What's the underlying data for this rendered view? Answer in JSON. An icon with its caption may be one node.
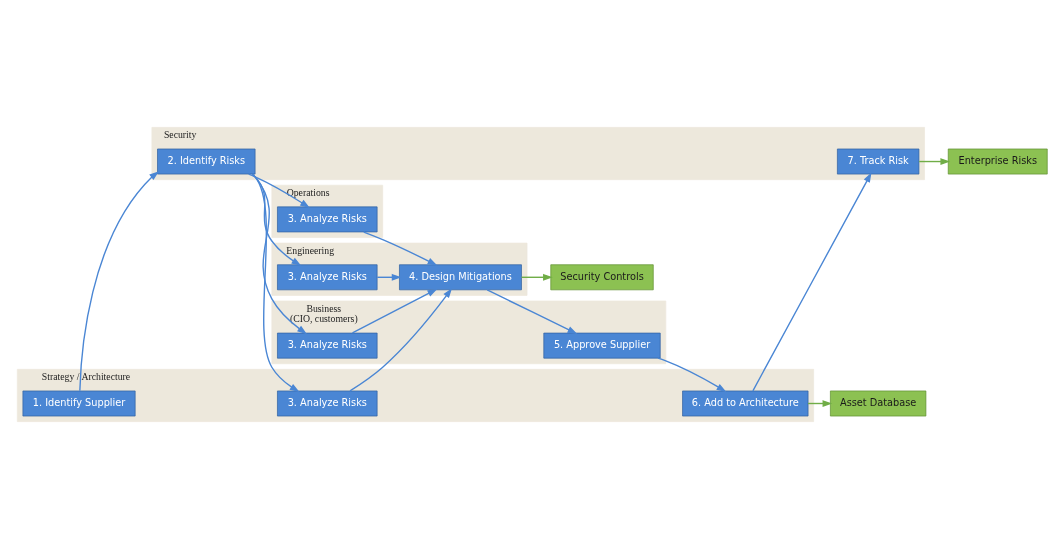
{
  "diagram": {
    "nodes": [
      {
        "text": [
          "Security Controls"
        ]
      },
      {
        "text": [
          "Asset Database"
        ]
      },
      {
        "text": [
          "Enterprise Risks"
        ]
      },
      {
        "text": [
          "Business",
          "(CIO, customers)"
        ]
      },
      {
        "text": [
          "3. Analyze Risks"
        ],
        "in": 3
      },
      {
        "text": [
          "5. Approve Supplier"
        ],
        "in": 3
      },
      {
        "text": [
          "Security"
        ]
      },
      {
        "text": [
          "2. Identify Risks"
        ],
        "in": 6
      },
      {
        "text": [
          "7. Track Risk"
        ],
        "in": 6
      },
      {
        "text": [
          "Strategy / Architecture"
        ]
      },
      {
        "text": [
          "1. Identify Supplier"
        ],
        "in": 9
      },
      {
        "text": [
          "3. Analyze Risks"
        ],
        "in": 9
      },
      {
        "text": [
          "6. Add to Architecture"
        ],
        "in": 9
      },
      {
        "text": [
          "Engineering"
        ]
      },
      {
        "text": [
          "3. Analyze Risks"
        ],
        "in": 13
      },
      {
        "text": [
          "4. Design Mitigations"
        ],
        "in": 13
      },
      {
        "text": [
          "Operations"
        ]
      },
      {
        "text": [
          "3. Analyze Risks"
        ],
        "in": 16
      }
    ],
    "edges": [
      {
        "from": 10,
        "to": 7,
        "arrow": "to"
      },
      {
        "from": 7,
        "to": 4,
        "arrow": "to"
      },
      {
        "from": 7,
        "to": 11,
        "arrow": "to"
      },
      {
        "from": 7,
        "to": 14,
        "arrow": "to"
      },
      {
        "from": 7,
        "to": 17,
        "arrow": "to"
      },
      {
        "from": 4,
        "to": 15,
        "arrow": "to"
      },
      {
        "from": 11,
        "to": 15,
        "arrow": "to"
      },
      {
        "from": 14,
        "to": 15,
        "arrow": "to"
      },
      {
        "from": 17,
        "to": 15,
        "arrow": "to"
      },
      {
        "from": 15,
        "to": 0,
        "arrow": "to",
        "color": "#70ad47"
      },
      {
        "from": 15,
        "to": 5,
        "arrow": "to"
      },
      {
        "from": 5,
        "to": 12,
        "arrow": "to"
      },
      {
        "from": 12,
        "to": 1,
        "arrow": "to",
        "color": "#70ad47"
      },
      {
        "from": 12,
        "to": 8,
        "arrow": "to"
      },
      {
        "from": 8,
        "to": 2,
        "arrow": "to",
        "color": "#70ad47"
      }
    ]
  }
}
